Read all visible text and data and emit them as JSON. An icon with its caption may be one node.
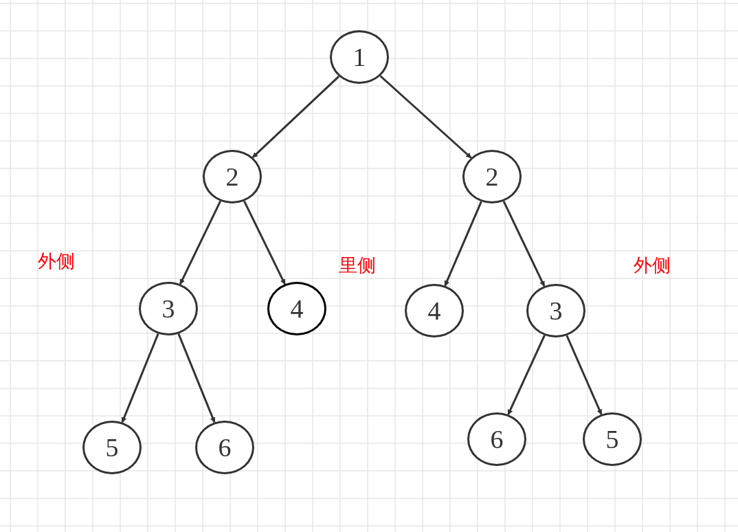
{
  "diagram": {
    "nodes": [
      {
        "text": [
          "1"
        ]
      },
      {
        "text": [
          "2"
        ]
      },
      {
        "text": [
          "2"
        ]
      },
      {
        "text": [
          "3"
        ]
      },
      {
        "text": [
          "4"
        ]
      },
      {
        "text": [
          "4"
        ]
      },
      {
        "text": [
          "3"
        ]
      },
      {
        "text": [
          "5"
        ]
      },
      {
        "text": [
          "6"
        ]
      },
      {
        "text": [
          "6"
        ]
      },
      {
        "text": [
          "5"
        ]
      }
    ],
    "edges": [
      {
        "from": 0,
        "to": 1,
        "arrow": "to"
      },
      {
        "from": 0,
        "to": 2,
        "arrow": "to"
      },
      {
        "from": 1,
        "to": 3,
        "arrow": "to"
      },
      {
        "from": 1,
        "to": 4,
        "arrow": "to"
      },
      {
        "from": 2,
        "to": 5,
        "arrow": "to"
      },
      {
        "from": 2,
        "to": 6,
        "arrow": "to"
      },
      {
        "from": 3,
        "to": 7,
        "arrow": "to"
      },
      {
        "from": 3,
        "to": 8,
        "arrow": "to"
      },
      {
        "from": 6,
        "to": 9,
        "arrow": "to"
      },
      {
        "from": 6,
        "to": 10,
        "arrow": "to"
      }
    ],
    "labels": [
      "外侧",
      "里侧",
      "外侧"
    ]
  }
}
